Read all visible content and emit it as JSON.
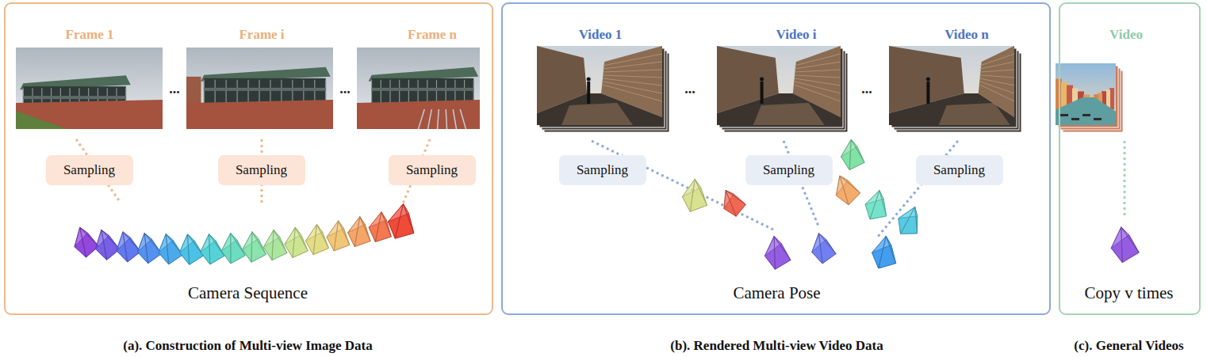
{
  "diagram": {
    "nodes": [
      {
        "text": [
          "Camera Sequence",
          "(a). Construction of Multi-view Image Data"
        ]
      },
      {
        "text": [
          "Sampling"
        ],
        "in": 0
      },
      {
        "text": [
          "Sampling"
        ],
        "in": 0
      },
      {
        "text": [
          "Sampling"
        ],
        "in": 0
      },
      {
        "text": [
          "Camera Pose",
          "(b). Rendered Multi-view Video Data"
        ]
      },
      {
        "text": [
          "Sampling"
        ],
        "in": 4
      },
      {
        "text": [
          "Sampling"
        ],
        "in": 4
      },
      {
        "text": [
          "Sampling"
        ],
        "in": 4
      },
      {
        "text": [
          "Copy v times",
          "(c). General Videos"
        ]
      }
    ],
    "labels": [
      "Frame 1",
      "...",
      "Frame i",
      "...",
      "Frame n",
      "Video 1",
      "...",
      "Video i",
      "...",
      "Video n",
      "Video"
    ]
  }
}
